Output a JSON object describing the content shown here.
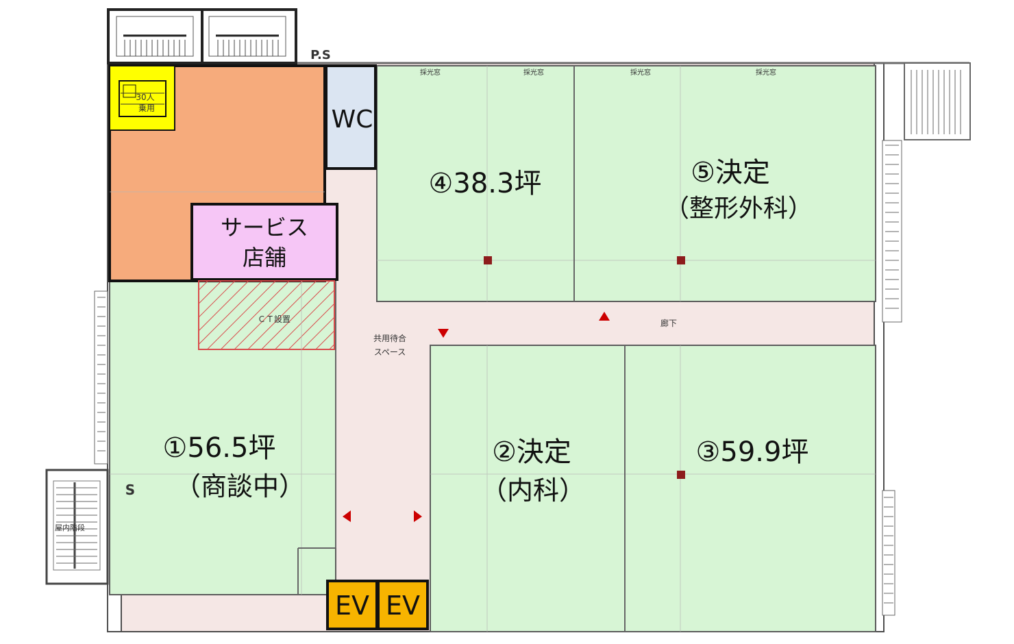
{
  "colors": {
    "room_green": "#d7f5d5",
    "corridor": "#f5e7e5",
    "orange": "#f6ab7c",
    "pink": "#f6c6f6",
    "wc": "#dbe5f2",
    "ev": "#f7b400",
    "yellow": "#ffff00",
    "hatch": "#d94a4a",
    "marker": "#cc0000"
  },
  "labels": {
    "ps": "P.S",
    "wc": "WC",
    "service_line1": "サービス",
    "service_line2": "店舗",
    "ct_area": "ＣＴ設置",
    "common_waiting_line1": "共用待合",
    "common_waiting_line2": "スペース",
    "corridor": "廊下",
    "capacity_line1": "30人",
    "capacity_line2": "乗用",
    "s_mark": "S",
    "stair_label": "屋内階段",
    "skylight_a": "採光窓",
    "skylight_b": "採光窓",
    "skylight_c": "採光窓",
    "skylight_d": "採光窓"
  },
  "rooms": {
    "room1": {
      "line1": "①56.5坪",
      "line2": "（商談中）"
    },
    "room2": {
      "line1": "②決定",
      "line2": "（内科）"
    },
    "room3": {
      "line1": "③59.9坪"
    },
    "room4": {
      "line1": "④38.3坪"
    },
    "room5": {
      "line1": "⑤決定",
      "line2": "（整形外科）"
    }
  },
  "elevators": {
    "left": "EV",
    "right": "EV"
  }
}
